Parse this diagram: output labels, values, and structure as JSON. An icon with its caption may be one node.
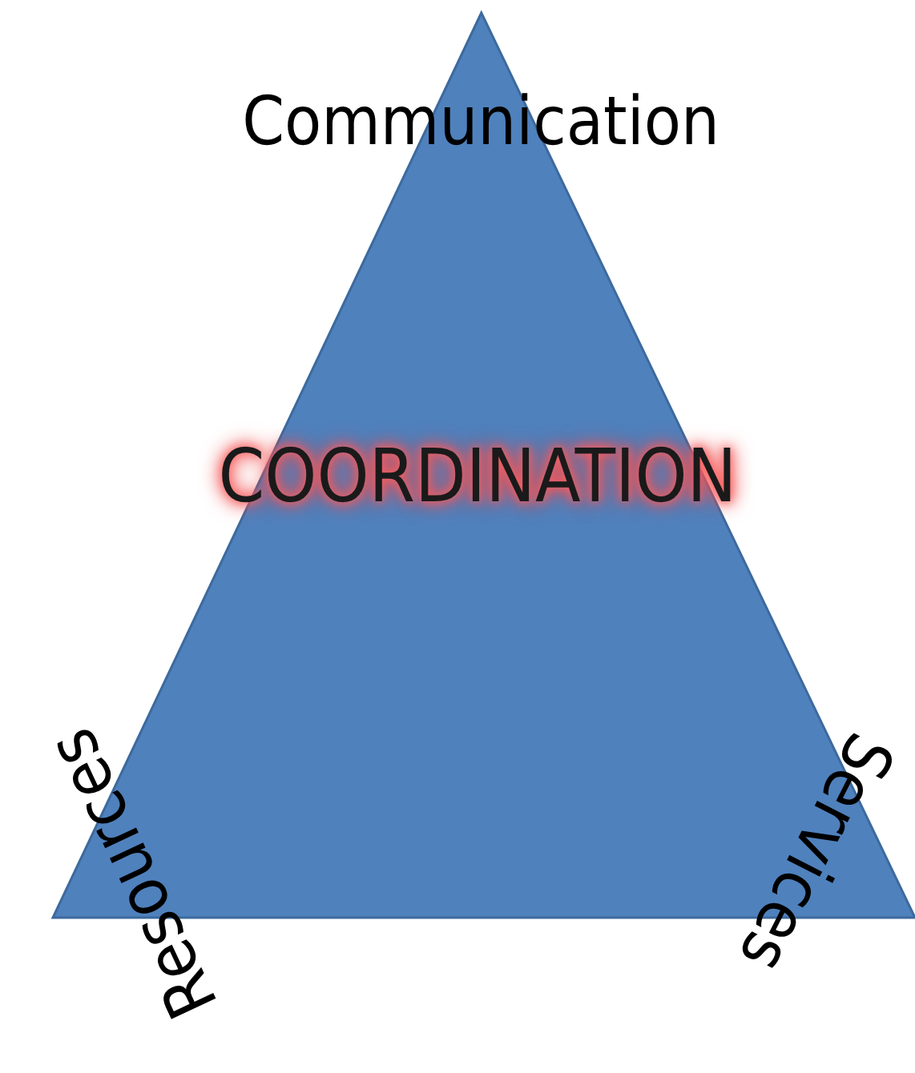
{
  "diagram": {
    "nodes": [
      {
        "text": [
          "Communication",
          "COORDINATION",
          "Resources",
          "Services"
        ]
      }
    ]
  }
}
